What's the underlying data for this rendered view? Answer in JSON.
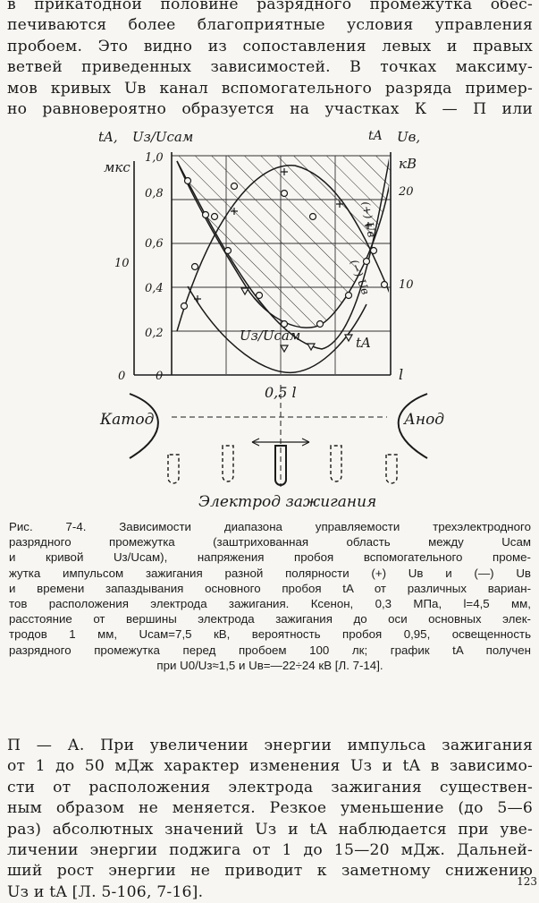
{
  "top_paragraph": [
    "в прикатодной половине разрядного промежутка обес-",
    "печиваются более благоприятные условия управления",
    "пробоем. Это видно  из сопоставления левых и правых",
    "ветвей приведенных зависимостей.  В  точках максиму-",
    "мов кривых Uв канал вспомогательного разряда пример-",
    "но  равновероятно  образуется  на  участках  К — П  или"
  ],
  "figure": {
    "axis_left_tA_label": "tA,",
    "axis_left_tA_unit": "мкс",
    "axis_left_ratio_label": "Uз/Uсам",
    "axis_right_label": "Uв,",
    "axis_right_unit": "кВ",
    "axis_right_tA_mark": "tA",
    "x_axis_end_label": "l",
    "x_mid_label": "0,5 l",
    "tA_ticks": [
      "10",
      "0"
    ],
    "ratio_ticks": [
      "1,0",
      "0,8",
      "0,6",
      "0,4",
      "0,2",
      "0"
    ],
    "uv_ticks": [
      "20",
      "10"
    ],
    "curve_label_ratio": "Uз/Uсам",
    "curve_label_tA": "tA",
    "curve_label_plus": "(+) Uв",
    "curve_label_minus": "(−) Uв",
    "cathode_label": "Катод",
    "anode_label": "Анод",
    "electrode_label": "Электрод зажигания"
  },
  "caption_lines": [
    "Рис. 7-4. Зависимости диапазона управляемости трехэлектродного",
    "разрядного промежутка (заштрихованная область между Uсам",
    "и кривой Uз/Uсам), напряжения пробоя вспомогательного проме-",
    "жутка импульсом зажигания разной полярности (+) Uв и (—) Uв",
    "и времени запаздывания основного пробоя tA от различных вариан-",
    "тов расположения электрода зажигания. Ксенон, 0,3 МПа, l=4,5 мм,",
    "расстояние от вершины электрода зажигания до оси основных элек-",
    "тродов 1 мм, Uсам=7,5 кВ, вероятность пробоя 0,95, освещенность",
    "разрядного промежутка перед пробоем 100 лк; график tA получен",
    "при U0/Uз≈1,5 и Uв=—22÷24 кВ [Л. 7-14]."
  ],
  "bottom_paragraph": [
    "П — А. При увеличении энергии импульса зажигания",
    "от 1 до 50 мДж характер изменения Uз и tA в зависимо-",
    "сти от расположения электрода зажигания существен-",
    "ным образом не меняется. Резкое уменьшение (до 5—6",
    "раз) абсолютных значений Uз и tA наблюдается при уве-",
    "личении энергии поджига от 1 до 15—20 мДж. Дальней-",
    "ший рост энергии не приводит к заметному снижению",
    "Uз и tA [Л. 5-106, 7-16]."
  ],
  "page_number": "123"
}
